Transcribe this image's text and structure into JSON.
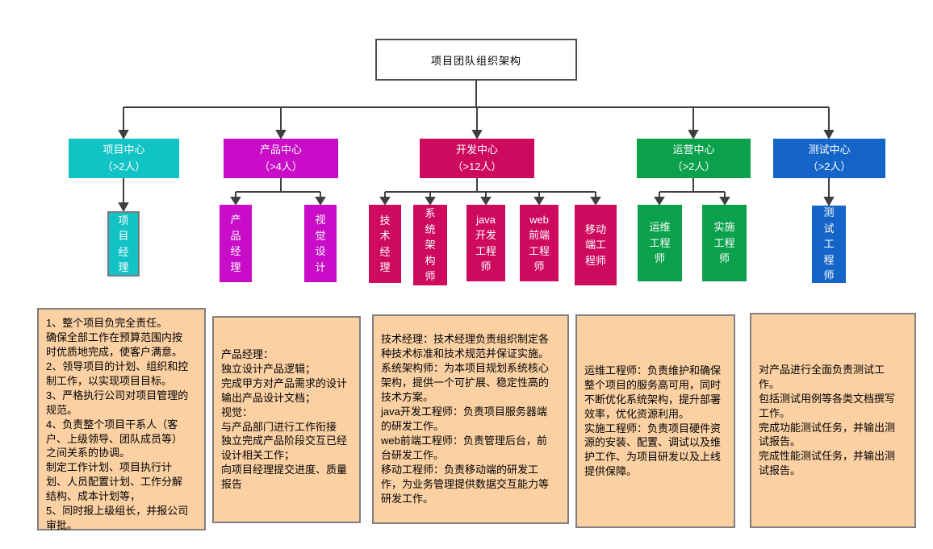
{
  "root": {
    "label": "项目团队组织架构"
  },
  "colors": {
    "project_center": "#12C3C6",
    "product_center": "#C80CC8",
    "dev_center": "#CE0A5F",
    "ops_center": "#0BA04B",
    "test_center": "#1565C8",
    "note_background": "#FBD1A4",
    "note_border": "#7F7F7F",
    "connector_line": "#3F3F3F",
    "root_border": "#4D4D4D"
  },
  "centers": [
    {
      "label": "项目中心\n（>2人）",
      "members": [
        {
          "label": "项\n目\n经\n理"
        }
      ],
      "note": "1、整个项目负完全责任。\n确保全部工作在预算范围内按\n时优质地完成，使客户满意。\n2、领导项目的计划、组织和控\n制工作，以实现项目目标。\n3、严格执行公司对项目管理的\n规范。\n4、负责整个项目干系人（客\n户、上级领导、团队成员等）\n之间关系的协调。\n制定工作计划、项目执行计\n划、人员配置计划、工作分解\n结构、成本计划等，\n5、同时报上级组长，并报公司\n审批。"
    },
    {
      "label": "产品中心\n（>4人）",
      "members": [
        {
          "label": "产\n品\n经\n理"
        },
        {
          "label": "视\n觉\n设\n计"
        }
      ],
      "note": "产品经理：\n独立设计产品逻辑；\n完成甲方对产品需求的设计\n输出产品设计文档；\n视觉：\n与产品部门进行工作衔接\n独立完成产品阶段交互已经\n设计相关工作；\n向项目经理提交进度、质量\n报告"
    },
    {
      "label": "开发中心\n（>12人）",
      "members": [
        {
          "label": "技\n术\n经\n理"
        },
        {
          "label": "系\n统\n架\n构\n师"
        },
        {
          "label": "java\n开发\n工程\n师"
        },
        {
          "label": "web\n前端\n工程\n师"
        },
        {
          "label": "移动\n端工\n程师"
        }
      ],
      "note": "技术经理：技术经理负责组织制定各\n种技术标准和技术规范并保证实施。\n系统架构师：为本项目规划系统核心\n架构，提供一个可扩展、稳定性高的\n技术方案。\njava开发工程师：负责项目服务器端\n的研发工作。\nweb前端工程师：负责管理后台，前\n台研发工作。\n移动工程师：负责移动端的研发工\n作，为业务管理提供数据交互能力等\n研发工作。"
    },
    {
      "label": "运营中心\n（>2人）",
      "members": [
        {
          "label": "运维\n工程\n师"
        },
        {
          "label": "实施\n工程\n师"
        }
      ],
      "note": "运维工程师：负责维护和确保\n整个项目的服务高可用，同时\n不断优化系统架构，提升部署\n效率，优化资源利用。\n实施工程师：负责项目硬件资\n源的安装、配置、调试以及维\n护工作、为项目研发以及上线\n提供保障。"
    },
    {
      "label": "测试中心\n（>2人）",
      "members": [
        {
          "label": "测\n试\n工\n程\n师"
        }
      ],
      "note": "对产品进行全面负责测试工\n作。\n包括测试用例等各类文档撰写\n工作。\n完成功能测试任务，并输出测\n试报告。\n完成性能测试任务，并输出测\n试报告。"
    }
  ]
}
